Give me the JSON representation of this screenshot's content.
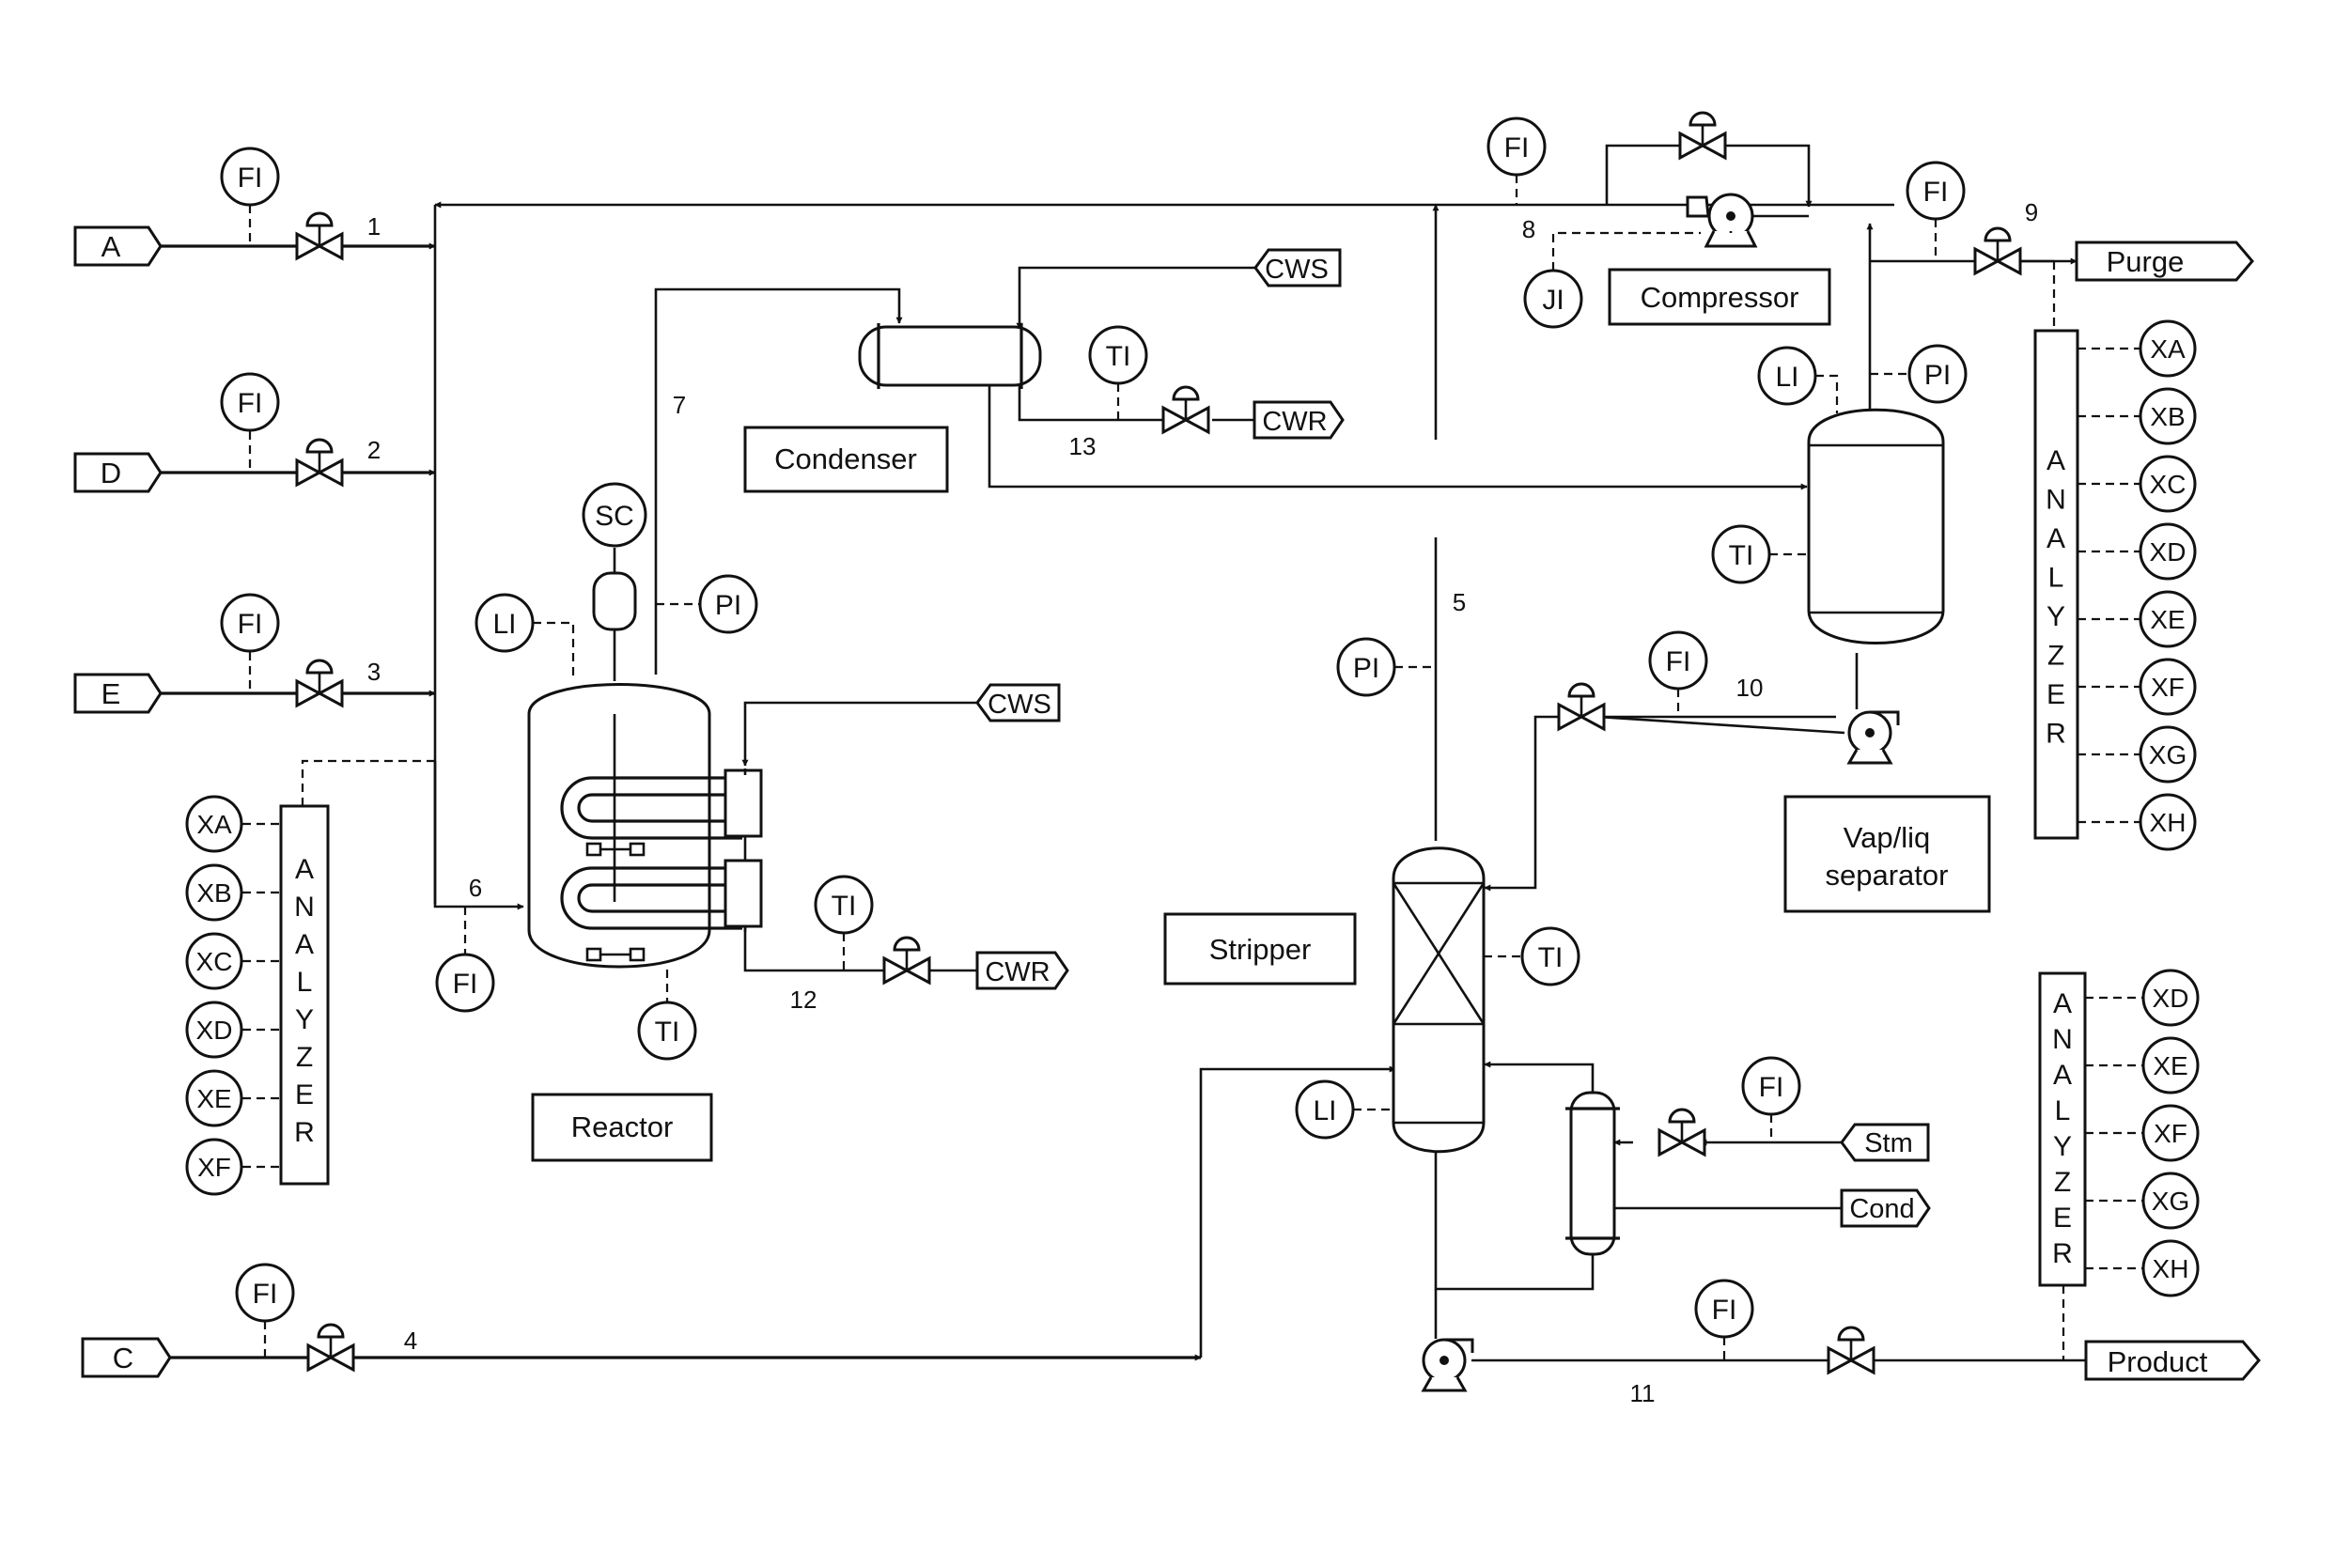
{
  "feeds": {
    "A": "A",
    "D": "D",
    "E": "E",
    "C": "C"
  },
  "stream_numbers": {
    "s1": "1",
    "s2": "2",
    "s3": "3",
    "s4": "4",
    "s5": "5",
    "s6": "6",
    "s7": "7",
    "s8": "8",
    "s9": "9",
    "s10": "10",
    "s11": "11",
    "s12": "12",
    "s13": "13"
  },
  "units": {
    "reactor": "Reactor",
    "condenser": "Condenser",
    "compressor": "Compressor",
    "separator_line1": "Vap/liq",
    "separator_line2": "separator",
    "stripper": "Stripper"
  },
  "utilities": {
    "reactor_cws": "CWS",
    "reactor_cwr": "CWR",
    "condenser_cws": "CWS",
    "condenser_cwr": "CWR",
    "steam": "Stm",
    "condensate": "Cond"
  },
  "outlets": {
    "purge": "Purge",
    "product": "Product"
  },
  "instruments": {
    "fi_a": "FI",
    "fi_d": "FI",
    "fi_e": "FI",
    "fi_c": "FI",
    "fi_6": "FI",
    "fi_recycle": "FI",
    "fi_purge": "FI",
    "fi_10": "FI",
    "fi_steam": "FI",
    "fi_product": "FI",
    "sc_reactor": "SC",
    "li_reactor": "LI",
    "pi_reactor": "PI",
    "ti_reactor": "TI",
    "ti_reactor_cw": "TI",
    "ti_condenser": "TI",
    "ji_compressor": "JI",
    "li_separator": "LI",
    "pi_separator": "PI",
    "ti_separator": "TI",
    "pi_stripper": "PI",
    "ti_stripper": "TI",
    "li_stripper": "LI"
  },
  "analyzer_label": [
    "A",
    "N",
    "A",
    "L",
    "Y",
    "Z",
    "E",
    "R"
  ],
  "analyzers": {
    "feed": [
      "XA",
      "XB",
      "XC",
      "XD",
      "XE",
      "XF"
    ],
    "purge": [
      "XA",
      "XB",
      "XC",
      "XD",
      "XE",
      "XF",
      "XG",
      "XH"
    ],
    "product": [
      "XD",
      "XE",
      "XF",
      "XG",
      "XH"
    ]
  }
}
